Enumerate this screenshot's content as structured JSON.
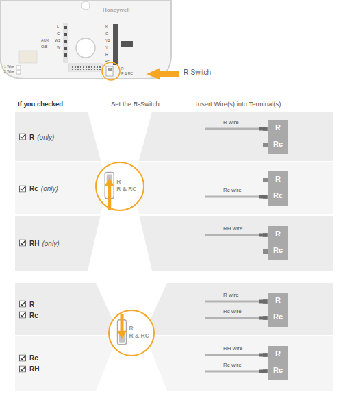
{
  "diagram": {
    "nodes": [
      {
        "text": [
          "R",
          "(only)"
        ]
      },
      {
        "text": [
          "R",
          "Rc"
        ],
        "in": 0
      },
      {
        "text": [
          "R",
          "R & RC"
        ]
      },
      {
        "text": [
          "Rc",
          "(only)"
        ]
      },
      {
        "text": [
          "R",
          "Rc"
        ],
        "in": 3
      },
      {
        "text": [
          "RH",
          "(only)"
        ]
      },
      {
        "text": [
          "R",
          "Rc"
        ],
        "in": 5
      },
      {
        "text": [
          "R",
          "Rc"
        ]
      },
      {
        "text": [
          "R",
          "Rc"
        ],
        "in": 7
      },
      {
        "text": [
          "R",
          "R & RC"
        ]
      },
      {
        "text": [
          "Rc",
          "RH"
        ]
      },
      {
        "text": [
          "R",
          "Rc"
        ],
        "in": 10
      }
    ],
    "labels": [
      "Honeywell",
      "L",
      "C",
      "W2",
      "W",
      "AUX",
      "O/B",
      "K",
      "G",
      "Y2",
      "Y",
      "R",
      "Rc",
      "1 Wire",
      "2 Wire",
      "R",
      "R & RC",
      "R-Switch",
      "If you checked",
      "Set the R-Switch",
      "Insert Wire(s) into Terminal(s)",
      "R wire",
      "Rc wire",
      "RH wire",
      "R wire",
      "Rc wire",
      "RH wire",
      "Rc wire"
    ]
  }
}
